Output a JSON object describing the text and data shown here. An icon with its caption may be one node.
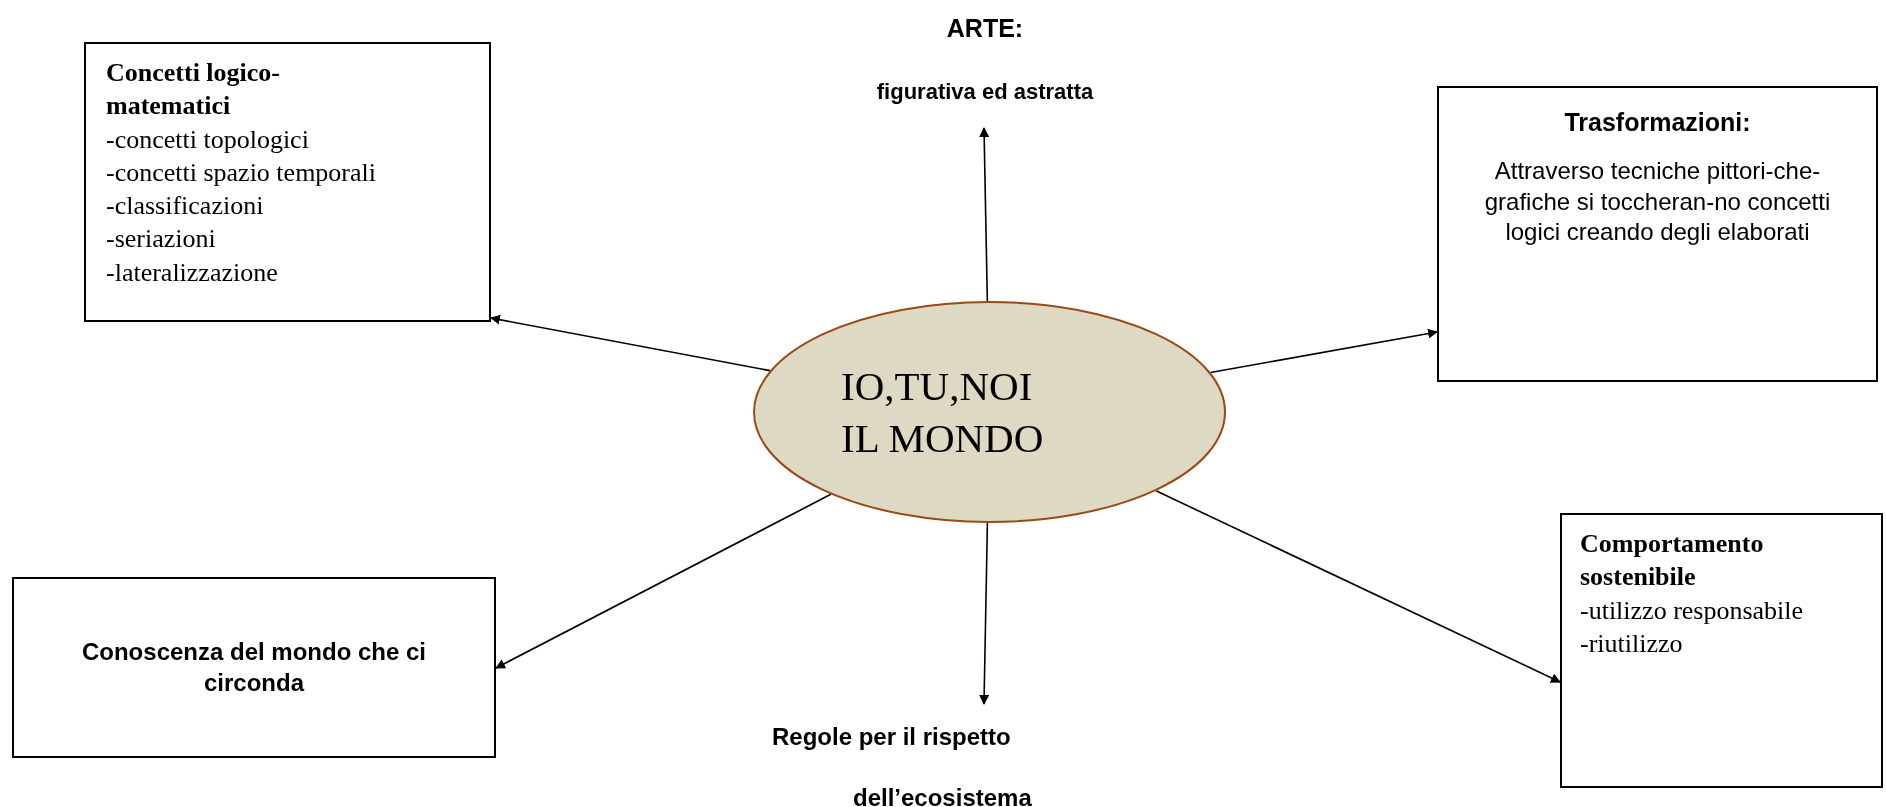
{
  "diagram": {
    "nodes": [
      {
        "text": [
          "ARTE:",
          "figurativa ed astratta"
        ]
      },
      {
        "text": [
          "Concetti logico-matematici",
          "-concetti topologici",
          "-concetti spazio temporali",
          "-classificazioni",
          "-seriazioni",
          "-lateralizzazione"
        ]
      },
      {
        "text": [
          "Trasformazioni:",
          "Attraverso tecniche pittori-che-grafiche si toccheran-no concetti logici creando degli elaborati"
        ]
      },
      {
        "text": [
          "IO,TU,NOI IL MONDO"
        ]
      },
      {
        "text": [
          "Conoscenza del mondo che ci circonda"
        ]
      },
      {
        "text": [
          "Comportamento sostenibile",
          "-utilizzo responsabile",
          "-riutilizzo"
        ]
      },
      {
        "text": [
          "Regole per il rispetto",
          "dell’ecosistema"
        ]
      }
    ],
    "edges": [
      {
        "from": 3,
        "to": 0,
        "arrow": "to"
      },
      {
        "from": 3,
        "to": 1,
        "arrow": "to"
      },
      {
        "from": 3,
        "to": 2,
        "arrow": "to"
      },
      {
        "from": 3,
        "to": 4,
        "arrow": "to"
      },
      {
        "from": 3,
        "to": 6,
        "arrow": "to"
      },
      {
        "from": 3,
        "to": 5,
        "arrow": "to"
      }
    ]
  }
}
